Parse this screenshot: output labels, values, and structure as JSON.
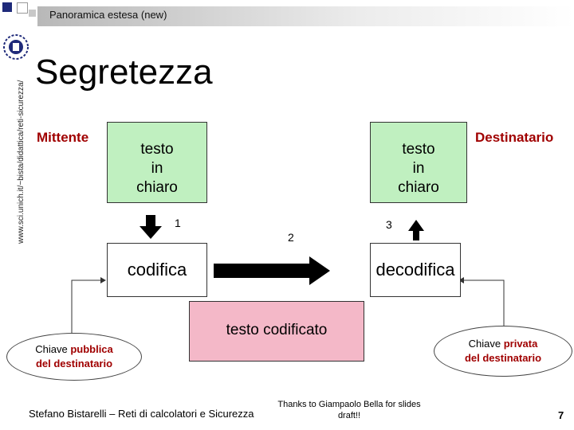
{
  "header": {
    "title": "Panoramica estesa (new)"
  },
  "side_url": "www.sci.unich.it/~bista/didattica/reti-sicurezza/",
  "slide": {
    "title": "Segretezza"
  },
  "labels": {
    "sender": "Mittente",
    "recipient": "Destinatario",
    "plaintext_left": [
      "testo",
      "in",
      "chiaro"
    ],
    "plaintext_right": [
      "testo",
      "in",
      "chiaro"
    ],
    "step1": "1",
    "step2": "2",
    "step3": "3",
    "encode": "codifica",
    "decode": "decodifica",
    "ciphertext": "testo codificato"
  },
  "keys": {
    "public": {
      "line1_prefix": "Chiave ",
      "line1_accent": "pubblica",
      "line2": "del destinatario"
    },
    "private": {
      "line1_prefix": "Chiave ",
      "line1_accent": "privata",
      "line2": "del destinatario"
    }
  },
  "footer": {
    "author": "Stefano Bistarelli – Reti di calcolatori e Sicurezza",
    "credit_line1": "Thanks to Giampaolo Bella for slides",
    "credit_line2": "draft!!",
    "page": "7"
  },
  "colors": {
    "scroll_green": "#c0f0c0",
    "scroll_pink": "#f4b8c8",
    "accent_red": "#a00000",
    "square_blue": "#1f2a7a"
  },
  "icons": {
    "logo": "university-logo-icon"
  }
}
